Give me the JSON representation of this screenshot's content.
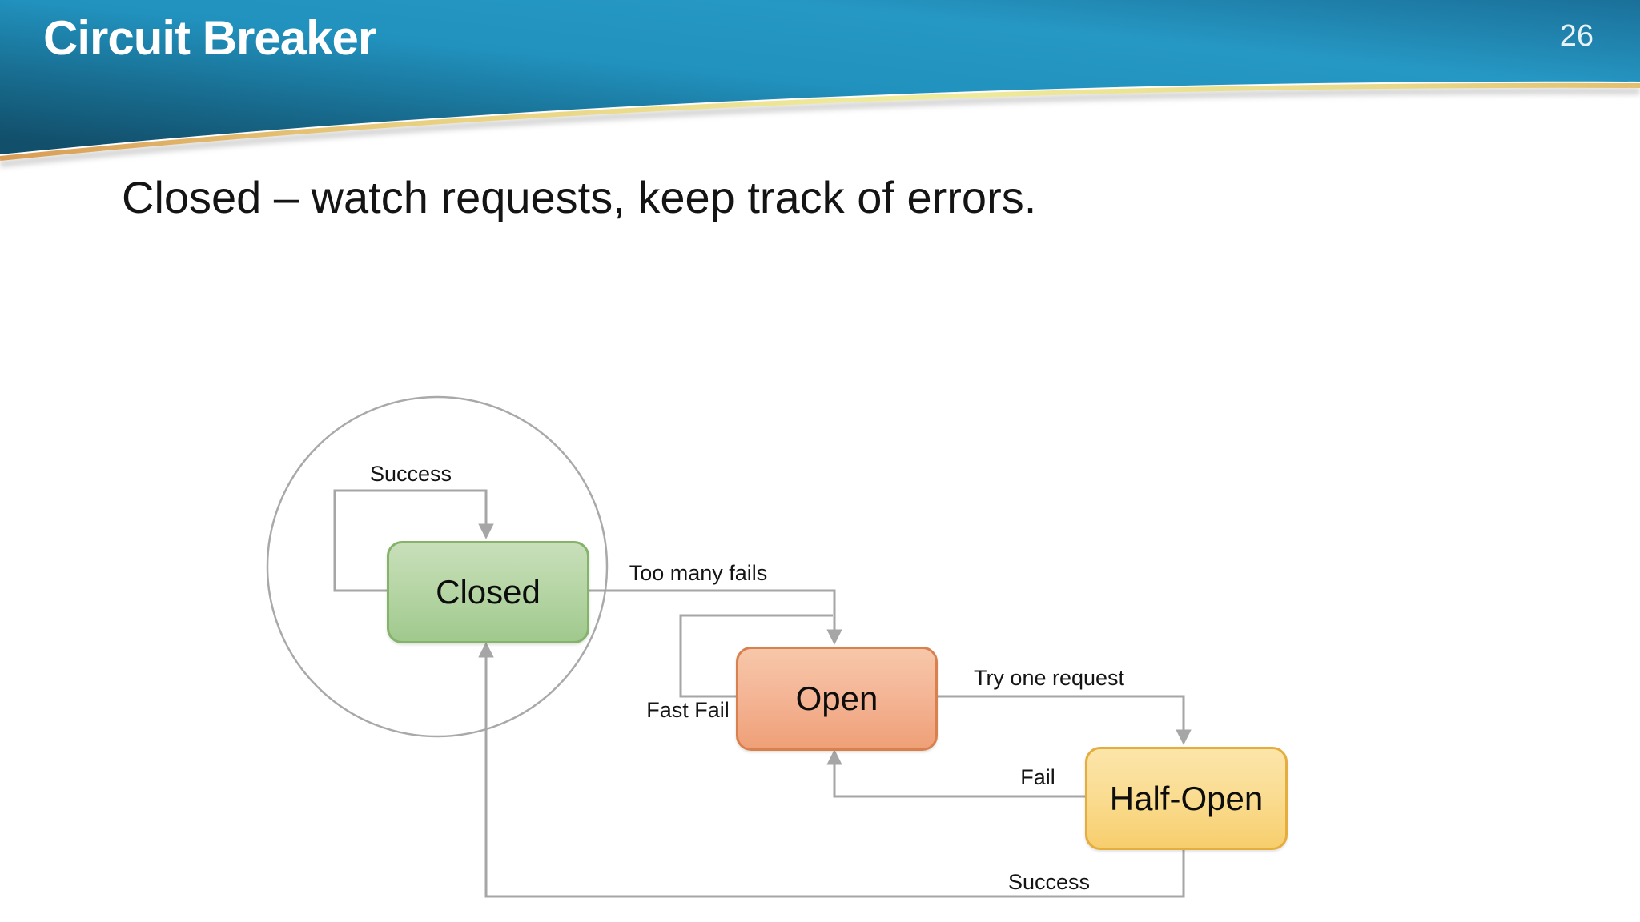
{
  "slide": {
    "title": "Circuit Breaker",
    "page_number": "26",
    "subtitle": "Closed – watch requests, keep track of errors."
  },
  "diagram": {
    "type": "state-diagram",
    "states": [
      {
        "label": "Closed",
        "fill_top": "#c8dfba",
        "fill_bottom": "#a0c98e",
        "border": "#85b369"
      },
      {
        "label": "Open",
        "fill_top": "#f7c7a9",
        "fill_bottom": "#efa077",
        "border": "#d9804f"
      },
      {
        "label": "Half-Open",
        "fill_top": "#fce5aa",
        "fill_bottom": "#f7ce6d",
        "border": "#e5ad3d"
      }
    ],
    "transitions": {
      "closed_self": "Success",
      "closed_to_open": "Too many fails",
      "open_self": "Fast Fail",
      "open_to_half_open": "Try one request",
      "half_open_to_open": "Fail",
      "half_open_to_closed": "Success"
    },
    "line_color": "#a6a6a6"
  },
  "theme": {
    "header_dark": "#14536f",
    "header_mid": "#2196c2",
    "header_light": "#2d9fc8",
    "gold_line": "#efec9e",
    "text": "#141414"
  }
}
